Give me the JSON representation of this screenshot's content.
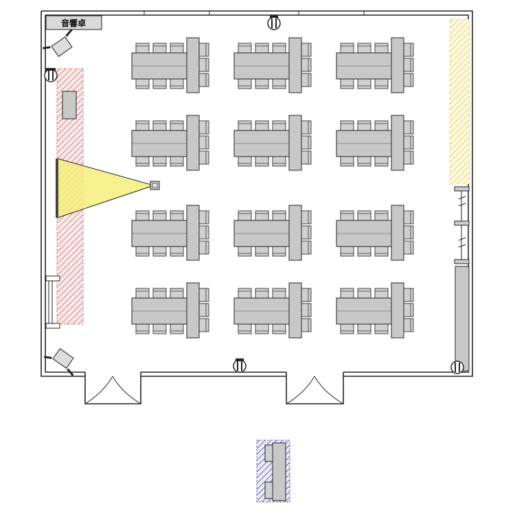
{
  "sound_desk": {
    "label": "音響卓"
  },
  "layout": {
    "table_groups": {
      "rows": 4,
      "cols": 3
    },
    "stage_area": "red-hatched-strip-left",
    "screen_area": "yellow-projection-triangle",
    "storage_area": "yellow-hatched-strip-right",
    "lectern": "blue-hatched-box-bottom"
  },
  "colors": {
    "stage_hatch": "#d98080",
    "screen_fill": "#f5ef7a",
    "storage_hatch": "#e8d66a",
    "lectern_hatch": "#6b6bb0",
    "table": "#c8c8c8",
    "wall": "#222222"
  }
}
